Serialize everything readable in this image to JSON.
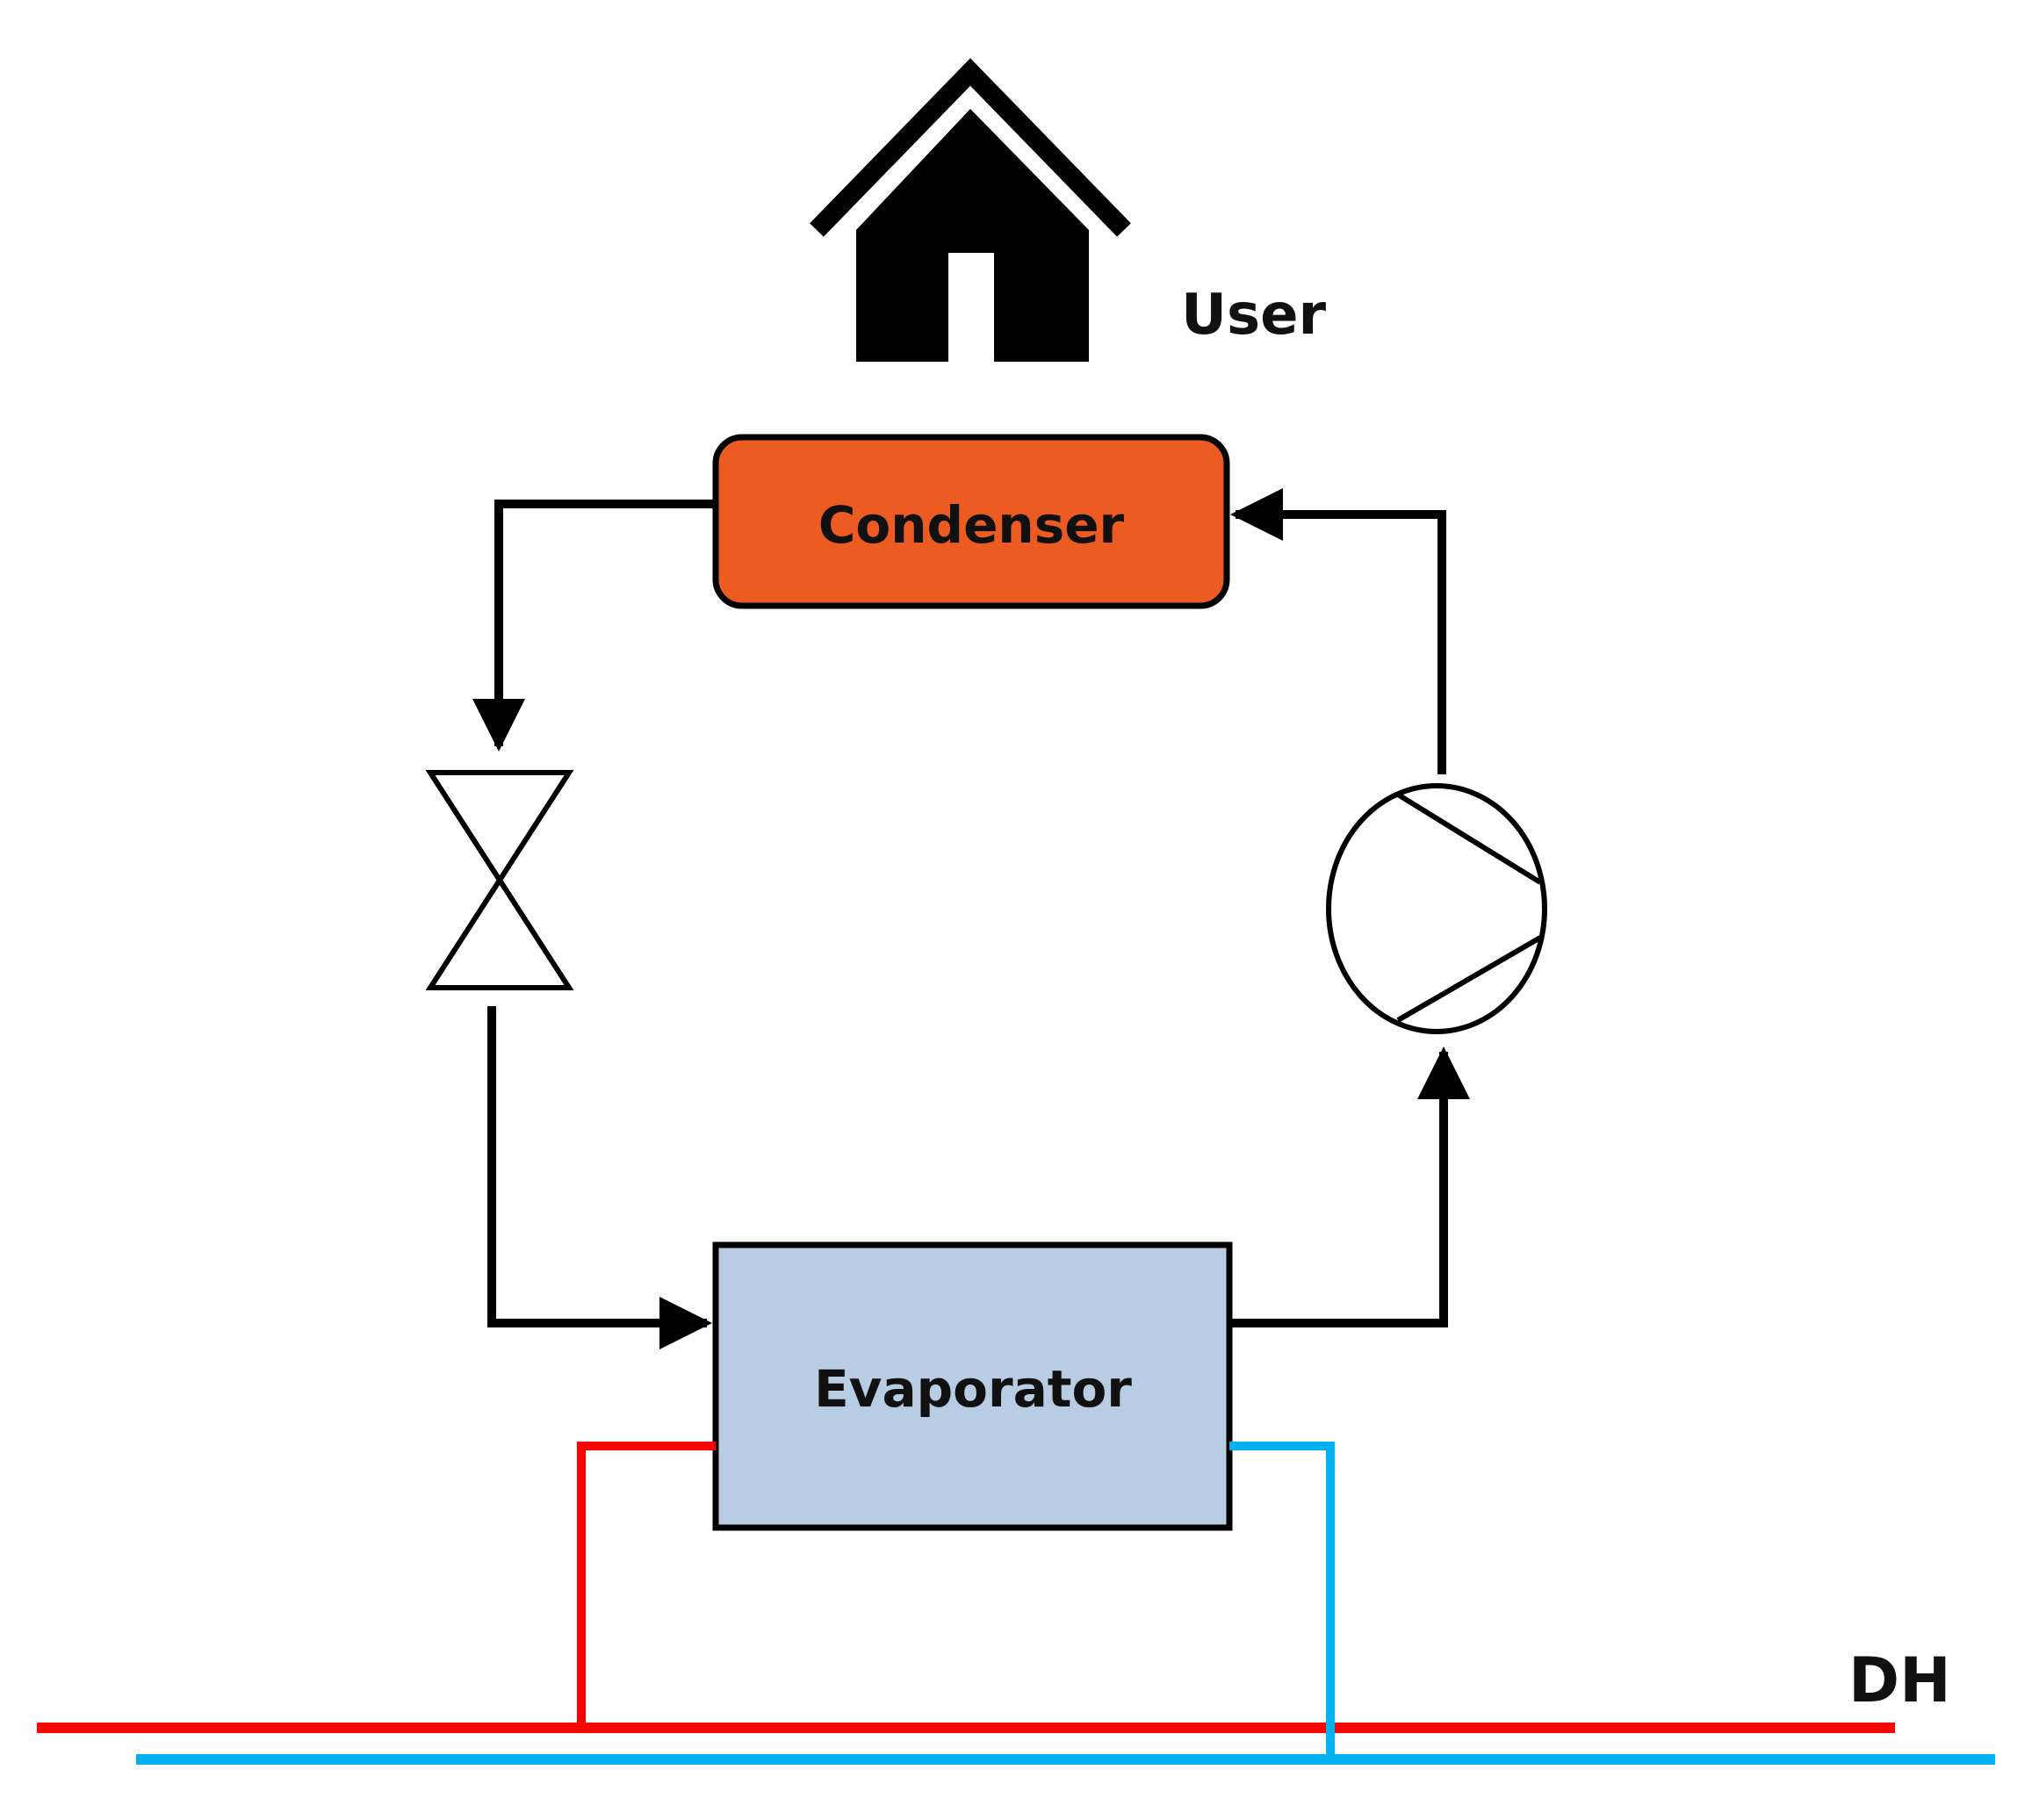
{
  "labels": {
    "user": "User",
    "condenser": "Condenser",
    "evaporator": "Evaporator",
    "dh": "DH"
  },
  "colors": {
    "condenser_fill": "#EB5B22",
    "evaporator_fill": "#B8CCE4",
    "supply_line": "#FF0000",
    "return_line": "#00B0F0",
    "stroke": "#000000"
  },
  "icons": {
    "house": "house-icon",
    "expansion_valve": "expansion-valve-icon",
    "compressor": "compressor-icon"
  }
}
